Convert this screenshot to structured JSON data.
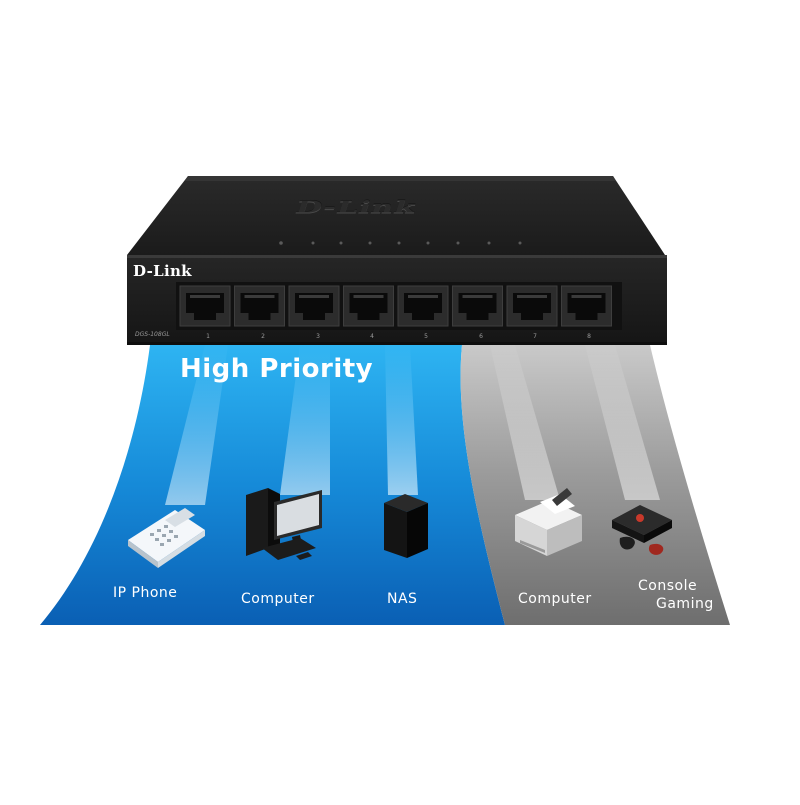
{
  "switch": {
    "brand": "D-Link",
    "model": "DGS-108GL",
    "port_numbers": [
      "1",
      "2",
      "3",
      "4",
      "5",
      "6",
      "7",
      "8"
    ]
  },
  "headline": "High Priority",
  "devices": {
    "high_priority": [
      {
        "label": "IP Phone",
        "icon": "ip-phone-icon"
      },
      {
        "label": "Computer",
        "icon": "desktop-computer-icon"
      },
      {
        "label": "NAS",
        "icon": "nas-icon"
      }
    ],
    "normal": [
      {
        "label": "Computer",
        "icon": "printer-icon"
      },
      {
        "label_line1": "Console",
        "label_line2": "Gaming",
        "icon": "game-console-icon"
      }
    ]
  },
  "colors": {
    "high_priority_blue": "#1e8fe0",
    "normal_gray": "#8c8c8c",
    "switch_body": "#1d1d1d"
  }
}
